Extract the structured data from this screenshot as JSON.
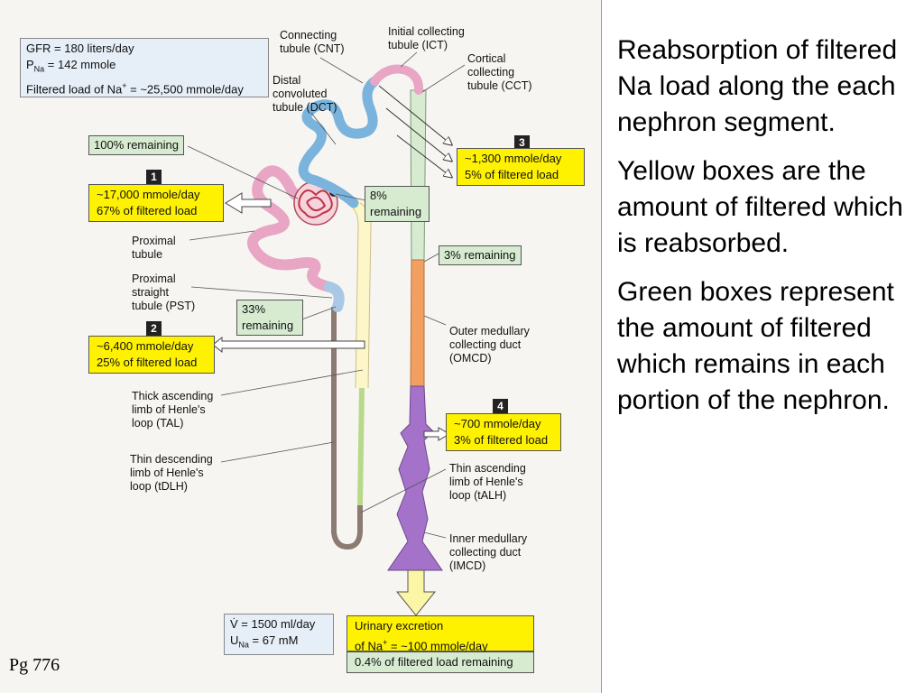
{
  "figure": {
    "summary_box": {
      "line1": "GFR = 180 liters/day",
      "line2_main": "P",
      "line2_sub": "Na",
      "line2_rest": " = 142 mmole",
      "line3_main": "Filtered load of Na",
      "line3_sup": "+",
      "line3_rest": " = ~25,500 mmole/day"
    },
    "labels": {
      "cnt": "Connecting\ntubule (CNT)",
      "ict": "Initial collecting\ntubule (ICT)",
      "cct": "Cortical\ncollecting\ntubule (CCT)",
      "dct": "Distal\nconvoluted\ntubule (DCT)",
      "proximal_tubule": "Proximal\ntubule",
      "pst": "Proximal\nstraight\ntubule (PST)",
      "tal": "Thick ascending\nlimb of Henle's\nloop (TAL)",
      "tdlh": "Thin descending\nlimb of Henle's\nloop (tDLH)",
      "omcd": "Outer medullary\ncollecting duct\n(OMCD)",
      "talh": "Thin ascending\nlimb of Henle's\nloop (tALH)",
      "imcd": "Inner medullary\ncollecting duct\n(IMCD)"
    },
    "green_boxes": {
      "remaining_100": "100% remaining",
      "remaining_8_line1": "8%",
      "remaining_8_line2": "remaining",
      "remaining_3": "3% remaining",
      "remaining_33_line1": "33%",
      "remaining_33_line2": "remaining",
      "remaining_04": "0.4% of filtered load remaining"
    },
    "yellow_boxes": [
      {
        "number": "1",
        "line1": "~17,000 mmole/day",
        "line2": "67% of filtered load"
      },
      {
        "number": "2",
        "line1": "~6,400 mmole/day",
        "line2": "25% of filtered load"
      },
      {
        "number": "3",
        "line1": "~1,300 mmole/day",
        "line2": "5% of filtered load"
      },
      {
        "number": "4",
        "line1": "~700 mmole/day",
        "line2": "3% of filtered load"
      }
    ],
    "excretion_box": {
      "line1": "Urinary excretion",
      "line2_pre": "of  Na",
      "line2_sup": "+",
      "line2_rest": " = ~100 mmole/day"
    },
    "urine_box": {
      "line1_main": "V̇",
      "line1_rest": " = 1500 ml/day",
      "line2_main": "U",
      "line2_sub": "Na",
      "line2_rest": " = 67 mM"
    },
    "colors": {
      "proximal": "#e8a6c4",
      "proximal_straight": "#a9c8e6",
      "thin_limb": "#8b7b72",
      "thick_ascending": "#fdf6c8",
      "dct": "#7ab3dc",
      "cortical_cd": "#d7ebd1",
      "outer_medullary_cd": "#f2a061",
      "inner_medullary_cd": "#a472c8",
      "yellow_box": "#fff200",
      "green_box": "#d7ebd1"
    }
  },
  "slide_text": {
    "paragraph1": "Reabsorption of filtered Na load along the each nephron segment.",
    "paragraph2": "Yellow boxes are the amount of filtered which is reabsorbed.",
    "paragraph3": "Green boxes represent the amount of filtered which remains in each portion of the nephron."
  },
  "page_ref": "Pg 776"
}
